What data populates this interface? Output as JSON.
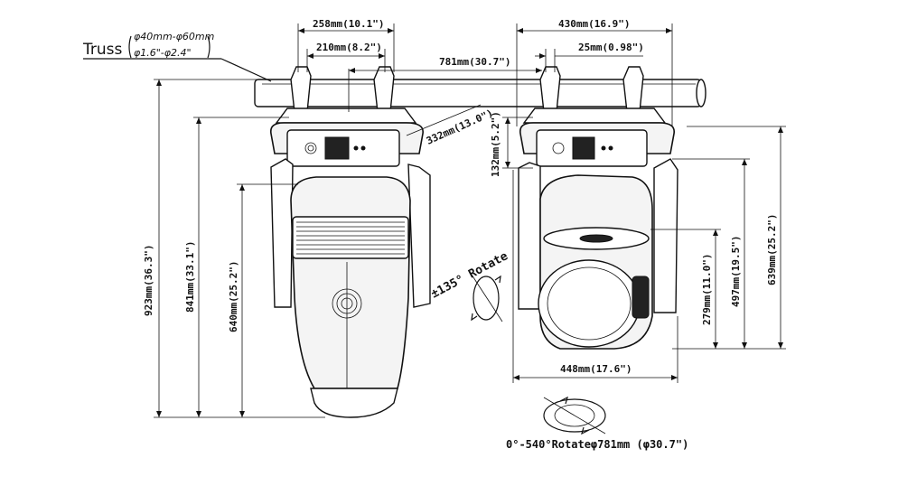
{
  "truss": {
    "label": "Truss",
    "diameter_mm": "φ40mm-φ60mm",
    "diameter_in": "φ1.6\"-φ2.4\""
  },
  "dimensions": {
    "clamp_outer": "258mm(10.1\")",
    "clamp_inner": "210mm(8.2\")",
    "swing_diameter": "781mm(30.7\")",
    "base_depth": "332mm(13.0\")",
    "total_height": "923mm(36.3\")",
    "height_below_truss": "841mm(33.1\")",
    "head_height_front": "640mm(25.2\")",
    "side_width": "430mm(16.9\")",
    "side_clamp": "25mm(0.98\")",
    "base_height": "132mm(5.2\")",
    "lens_height": "279mm(11.0\")",
    "yoke_height": "497mm(19.5\")",
    "head_height_side": "639mm(25.2\")",
    "head_width": "448mm(17.6\")"
  },
  "rotation": {
    "tilt": "±135° Rotate",
    "pan": "0°-540°Rotateφ781mm (φ30.7\")"
  }
}
